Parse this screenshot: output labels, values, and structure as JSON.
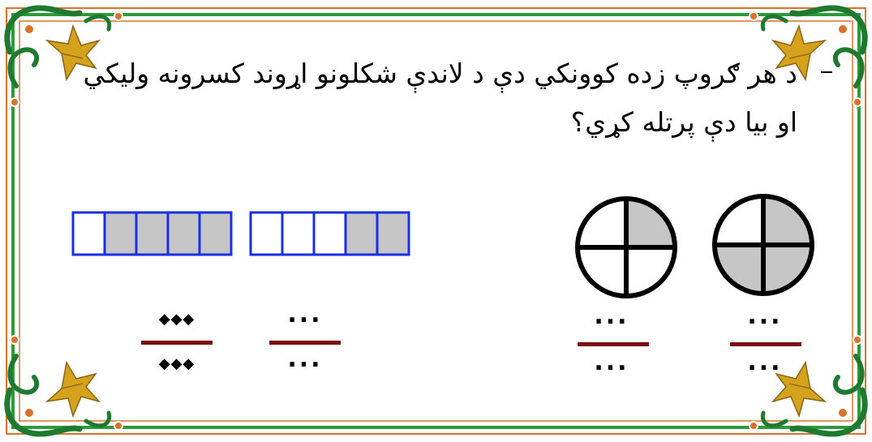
{
  "instruction": {
    "line1": "د هر ګروپ زده کوونکي دې د لاندې شکلونو اړوند کسرونه وليکي",
    "line2": "او بيا دې پرتله کړي؟"
  },
  "exercises": [
    {
      "shape": "strip",
      "parts": 5,
      "shaded": [
        1,
        2,
        3,
        4
      ],
      "numerator": "◆◆◆",
      "denominator": "◆◆◆"
    },
    {
      "shape": "strip",
      "parts": 5,
      "shaded": [
        3,
        4
      ],
      "numerator": "...",
      "denominator": "..."
    },
    {
      "shape": "circle",
      "parts": 4,
      "shaded": [
        "top-right"
      ],
      "numerator": "...",
      "denominator": "..."
    },
    {
      "shape": "circle",
      "parts": 4,
      "shaded": [
        "top-right",
        "bottom-left",
        "bottom-right"
      ],
      "numerator": "...",
      "denominator": "..."
    }
  ],
  "colors": {
    "frame_green": "#2d9a3c",
    "frame_orange": "#d9722a",
    "strip_border": "#1a2ee6",
    "shade": "#c6c6c6",
    "fraction_bar": "#7a0c10",
    "ornament_leaf": "#1f7a2f",
    "ornament_gold": "#d4a21c"
  }
}
